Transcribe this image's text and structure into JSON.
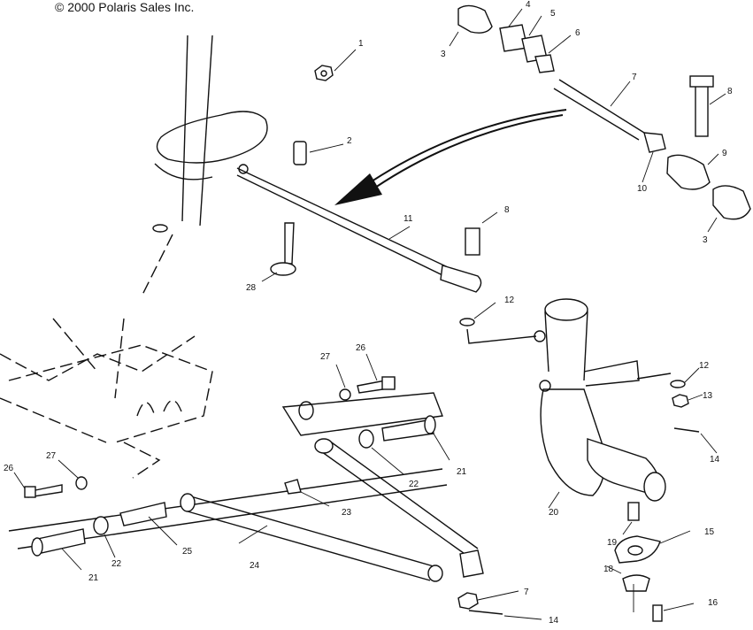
{
  "copyright": "© 2000 Polaris Sales Inc.",
  "callouts": [
    "1",
    "2",
    "3",
    "3",
    "4",
    "5",
    "6",
    "7",
    "7",
    "8",
    "8",
    "9",
    "10",
    "11",
    "12",
    "12",
    "13",
    "14",
    "14",
    "15",
    "16",
    "18",
    "19",
    "20",
    "21",
    "21",
    "22",
    "22",
    "23",
    "24",
    "25",
    "26",
    "26",
    "27",
    "27",
    "28"
  ]
}
